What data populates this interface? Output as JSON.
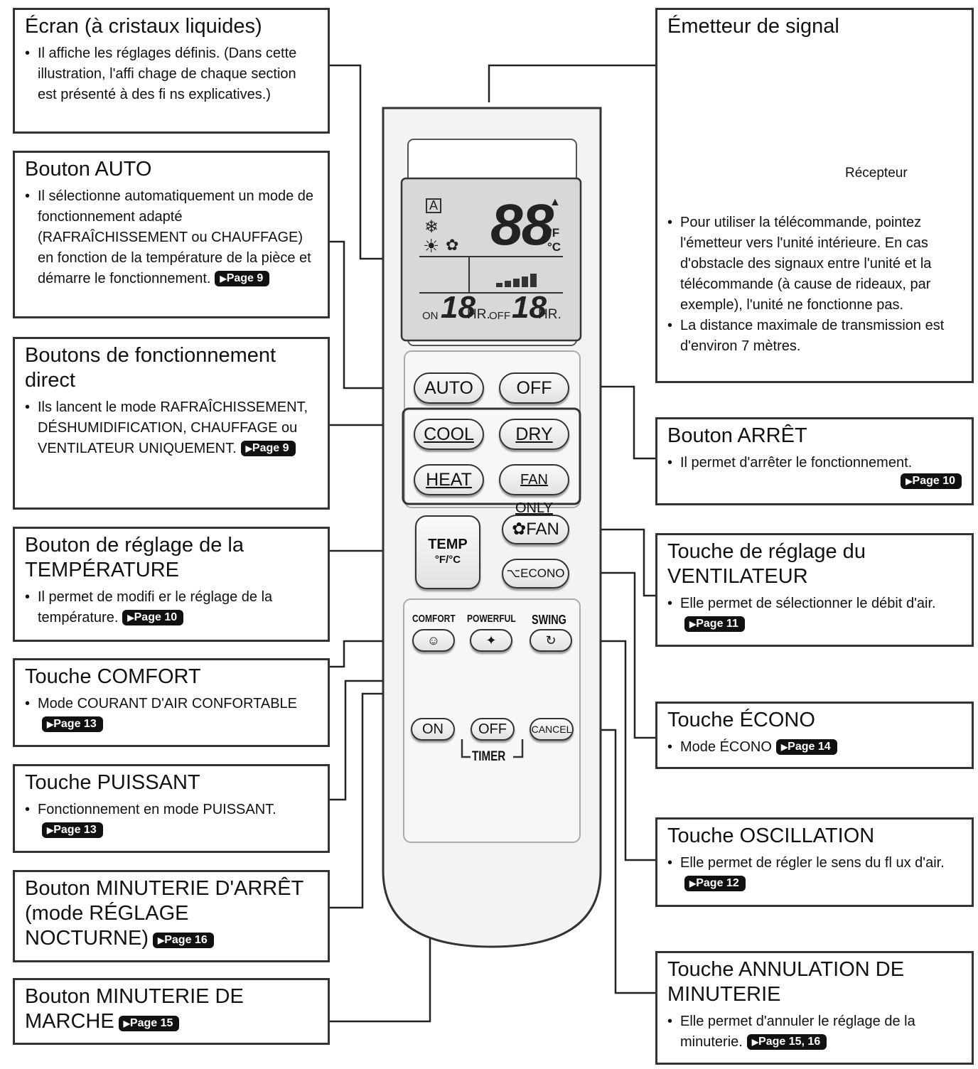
{
  "left": [
    {
      "title": "Écran (à cristaux liquides)",
      "items": [
        {
          "text": "Il affiche les réglages définis. (Dans cette illustration, l'affi chage de chaque section est présenté à des fi ns explicatives.)",
          "page": ""
        }
      ]
    },
    {
      "title": "Bouton AUTO",
      "items": [
        {
          "text": "Il sélectionne automatiquement un mode de fonctionnement adapté (RAFRAÎCHISSEMENT ou CHAUFFAGE) en fonction de la température de la pièce et démarre le fonctionnement.",
          "page": "Page 9"
        }
      ]
    },
    {
      "title": "Boutons de fonctionnement direct",
      "items": [
        {
          "text": "Ils lancent le mode RAFRAÎCHISSEMENT, DÉSHUMIDIFICATION, CHAUFFAGE ou VENTILATEUR UNIQUEMENT.",
          "page": "Page 9"
        }
      ]
    },
    {
      "title": "Bouton de réglage de la TEMPÉRATURE",
      "items": [
        {
          "text": "Il permet de modifi er le réglage de la température.",
          "page": "Page 10"
        }
      ]
    },
    {
      "title": "Touche COMFORT",
      "items": [
        {
          "text": "Mode COURANT D'AIR CONFORTABLE",
          "page": "Page 13"
        }
      ]
    },
    {
      "title": "Touche PUISSANT",
      "items": [
        {
          "text": "Fonctionnement en mode PUISSANT.",
          "page": "Page 13"
        }
      ]
    },
    {
      "title": "Bouton MINUTERIE D'ARRÊT (mode RÉGLAGE NOCTURNE)",
      "title_page": "Page 16",
      "items": []
    },
    {
      "title": "Bouton MINUTERIE DE MARCHE",
      "title_page": "Page 15",
      "items": []
    }
  ],
  "right": [
    {
      "title": "Émetteur de signal",
      "receiver_label": "Récepteur",
      "items": [
        {
          "text": "Pour utiliser la télécommande, pointez l'émetteur vers l'unité intérieure. En cas d'obstacle des signaux entre l'unité et la télécommande (à cause de rideaux, par exemple), l'unité ne fonctionne pas.",
          "page": ""
        },
        {
          "text": "La distance maximale de transmission est d'environ 7 mètres.",
          "page": ""
        }
      ]
    },
    {
      "title": "Bouton ARRÊT",
      "items": [
        {
          "text": "Il permet d'arrêter le fonctionnement.",
          "page": "Page 10"
        }
      ]
    },
    {
      "title": "Touche de réglage du VENTILATEUR",
      "items": [
        {
          "text": "Elle permet de sélectionner le débit d'air.",
          "page": "Page 11"
        }
      ]
    },
    {
      "title": "Touche ÉCONO",
      "items": [
        {
          "text": "Mode ÉCONO",
          "page": "Page 14"
        }
      ]
    },
    {
      "title": "Touche OSCILLATION",
      "items": [
        {
          "text": "Elle permet de régler le sens du fl ux d'air.",
          "page": "Page 12"
        }
      ]
    },
    {
      "title": "Touche ANNULATION DE MINUTERIE",
      "items": [
        {
          "text": "Elle permet d'annuler le réglage de la minuterie.",
          "page": "Page 15, 16"
        }
      ]
    }
  ],
  "remote": {
    "buttons": {
      "auto": "AUTO",
      "off": "OFF",
      "cool": "COOL",
      "dry": "DRY",
      "heat": "HEAT",
      "fan_only": "FAN ONLY",
      "temp": "TEMP",
      "temp_unit": "°F/°C",
      "fan": "FAN",
      "econo": "ECONO",
      "comfort": "COMFORT",
      "powerful": "POWERFUL",
      "swing": "SWING",
      "on": "ON",
      "timer_off": "OFF",
      "cancel": "CANCEL",
      "timer": "TIMER"
    },
    "lcd": {
      "temp": "88",
      "unit_f": "°F",
      "unit_c": "°C",
      "on_label": "ON",
      "off_label": "OFF",
      "on_hours": "18",
      "off_hours": "18",
      "hr": "HR.",
      "auto_icon": "A"
    }
  }
}
